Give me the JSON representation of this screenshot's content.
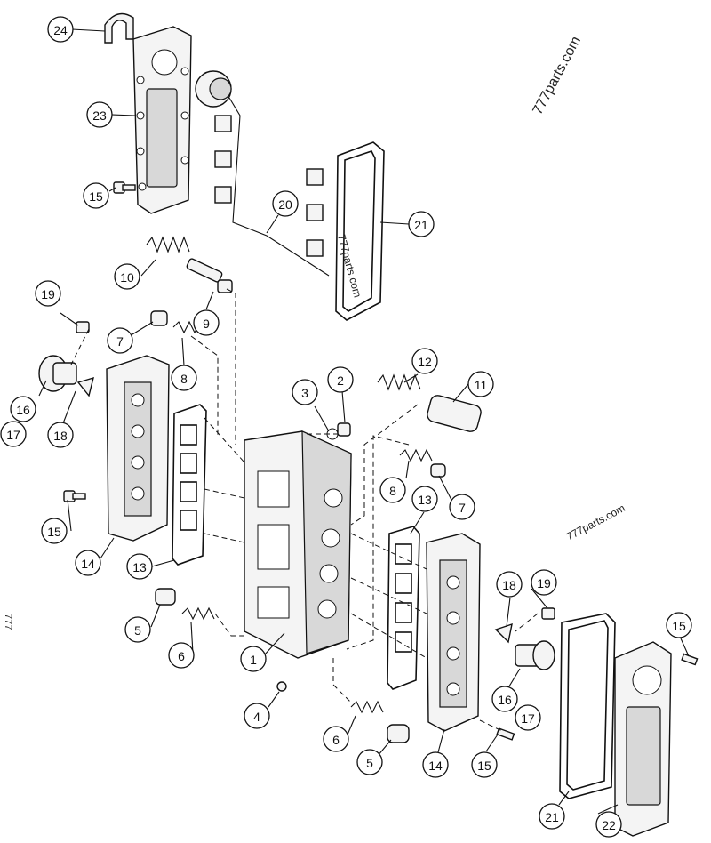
{
  "watermarks": [
    "777parts.com",
    "777parts.com",
    "777parts.com"
  ],
  "side_mark": "777",
  "callouts": [
    {
      "num": "24"
    },
    {
      "num": "23"
    },
    {
      "num": "15"
    },
    {
      "num": "20"
    },
    {
      "num": "21"
    },
    {
      "num": "10"
    },
    {
      "num": "9"
    },
    {
      "num": "19"
    },
    {
      "num": "7"
    },
    {
      "num": "8"
    },
    {
      "num": "16"
    },
    {
      "num": "17"
    },
    {
      "num": "18"
    },
    {
      "num": "15"
    },
    {
      "num": "14"
    },
    {
      "num": "13"
    },
    {
      "num": "5"
    },
    {
      "num": "6"
    },
    {
      "num": "1"
    },
    {
      "num": "4"
    },
    {
      "num": "3"
    },
    {
      "num": "2"
    },
    {
      "num": "12"
    },
    {
      "num": "11"
    },
    {
      "num": "8"
    },
    {
      "num": "7"
    },
    {
      "num": "13"
    },
    {
      "num": "18"
    },
    {
      "num": "19"
    },
    {
      "num": "16"
    },
    {
      "num": "17"
    },
    {
      "num": "15"
    },
    {
      "num": "14"
    },
    {
      "num": "15"
    },
    {
      "num": "6"
    },
    {
      "num": "5"
    },
    {
      "num": "21"
    },
    {
      "num": "22"
    }
  ]
}
